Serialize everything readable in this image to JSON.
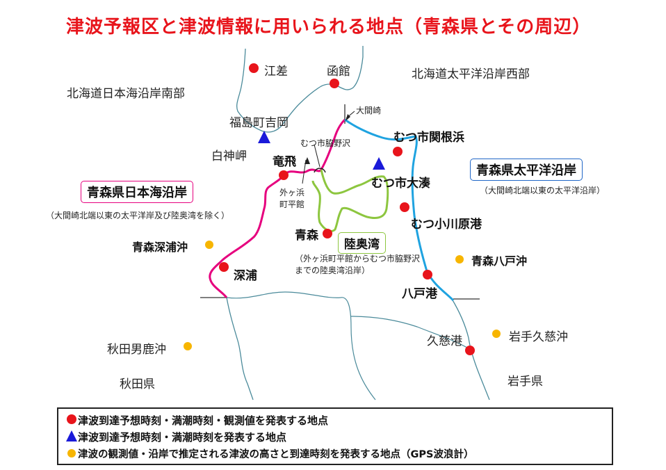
{
  "title": "津波予報区と津波情報に用いられる地点（青森県とその周辺）",
  "regions": {
    "hokkaido_sw": "北海道日本海沿岸南部",
    "hokkaido_pac_w": "北海道太平洋沿岸西部",
    "akita": "秋田県",
    "iwate": "岩手県"
  },
  "forecast_areas": {
    "aomori_sea_of_japan": {
      "name": "青森県日本海沿岸",
      "note": "（大間崎北端以東の太平洋岸及び陸奥湾を除く）",
      "color": "#e6007e"
    },
    "aomori_pacific": {
      "name": "青森県太平洋沿岸",
      "note": "（大間崎北端以東の太平洋沿岸）",
      "color": "#1f66c7"
    },
    "mutsu_bay": {
      "name": "陸奥湾",
      "note": "（外ヶ浜町平館からむつ市脇野沢までの陸奥湾沿岸）",
      "color": "#8dc63f"
    }
  },
  "points": {
    "esashi": "江差",
    "hakodate": "函館",
    "fukushima_yoshioka": "福島町吉岡",
    "shirakami": "白神岬",
    "oma": "大間崎",
    "wakinosawa": "むつ市脇野沢",
    "sekinehama": "むつ市関根浜",
    "ominato": "むつ市大湊",
    "ogawara": "むつ小川原港",
    "tappi": "竜飛",
    "tairadate": "外ヶ浜町平館",
    "aomori": "青森",
    "fukaura": "深浦",
    "fukaura_offshore": "青森深浦沖",
    "hachinohe_offshore": "青森八戸沖",
    "hachinohe_port": "八戸港",
    "kuji_port": "久慈港",
    "kuji_offshore": "岩手久慈沖",
    "oga_offshore": "秋田男鹿沖"
  },
  "colors": {
    "title": "#e8141b",
    "red_point": "#e8141b",
    "blue_point": "#1a1ad9",
    "gps_point": "#f7b500",
    "coast": "#4a8a9a"
  },
  "legend": {
    "red": "津波到達予想時刻・満潮時刻・観測値を発表する地点",
    "blue": "津波到達予想時刻・満潮時刻を発表する地点",
    "yellow": "津波の観測値・沿岸で推定される津波の高さと到達時刻を発表する地点（GPS波浪計）"
  }
}
